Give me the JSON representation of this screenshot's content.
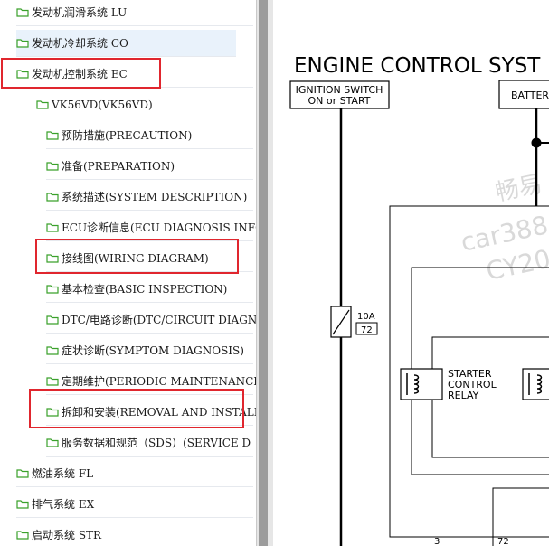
{
  "tree": {
    "items": [
      {
        "label": "发动机润滑系统 LU",
        "level": 0
      },
      {
        "label": "发动机冷却系统 CO",
        "level": 0,
        "selected": true
      },
      {
        "label": "发动机控制系统 EC",
        "level": 0
      },
      {
        "label": "VK56VD(VK56VD)",
        "level": 1
      },
      {
        "label": "预防措施(PRECAUTION)",
        "level": 2
      },
      {
        "label": "准备(PREPARATION)",
        "level": 2
      },
      {
        "label": "系统描述(SYSTEM DESCRIPTION)",
        "level": 2
      },
      {
        "label": "ECU诊断信息(ECU DIAGNOSIS INFO",
        "level": 2
      },
      {
        "label": "接线图(WIRING DIAGRAM)",
        "level": 2
      },
      {
        "label": "基本检查(BASIC INSPECTION)",
        "level": 2
      },
      {
        "label": "DTC/电路诊断(DTC/CIRCUIT DIAGN",
        "level": 2
      },
      {
        "label": "症状诊断(SYMPTOM DIAGNOSIS)",
        "level": 2
      },
      {
        "label": "定期维护(PERIODIC MAINTENANCE",
        "level": 2
      },
      {
        "label": "拆卸和安装(REMOVAL AND INSTALI",
        "level": 2
      },
      {
        "label": "服务数据和规范（SDS）(SERVICE D",
        "level": 2
      },
      {
        "label": "燃油系统 FL",
        "level": 0
      },
      {
        "label": "排气系统 EX",
        "level": 0
      },
      {
        "label": "启动系统 STR",
        "level": 0
      }
    ]
  },
  "diagram": {
    "title": "ENGINE CONTROL SYST",
    "ignition_line1": "IGNITION SWITCH",
    "ignition_line2": "ON or START",
    "battery": "BATTER",
    "fuse_amp": "10A",
    "fuse_no": "72",
    "relay_line1": "STARTER",
    "relay_line2": "CONTROL",
    "relay_line3": "RELAY",
    "pin_left": "3",
    "pin_right": "72",
    "watermark1": "畅易",
    "watermark2": "car388",
    "watermark3": "CY20"
  },
  "colors": {
    "highlight": "#e0262e",
    "folder": "#3aa12b",
    "selected_bg": "#e9f2fb"
  }
}
